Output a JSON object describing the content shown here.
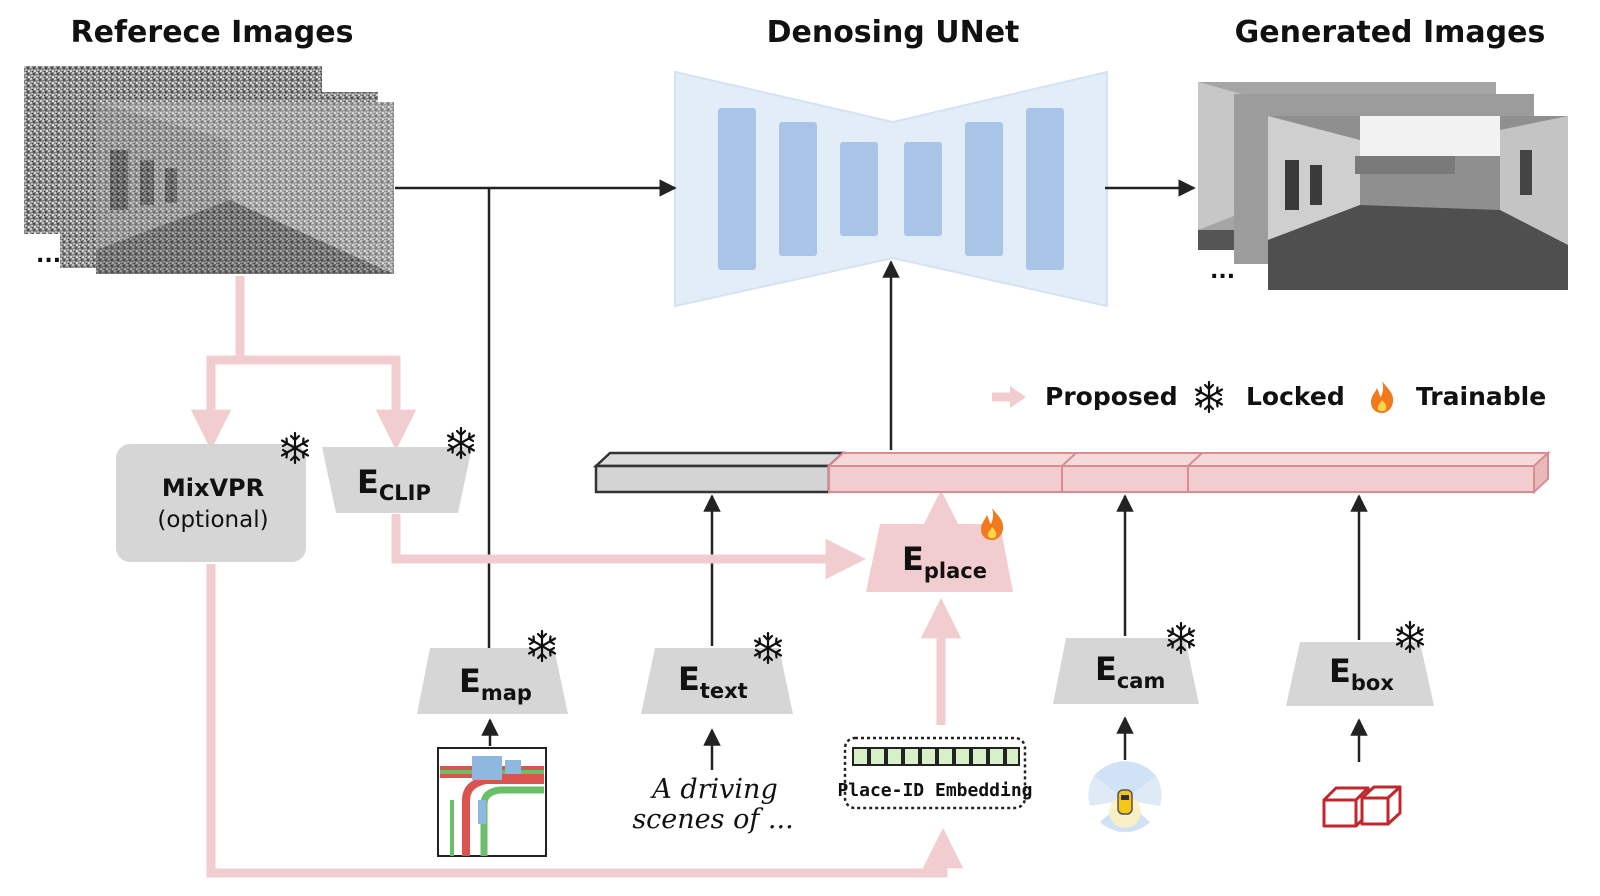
{
  "headings": {
    "reference": "Referece Images",
    "unet": "Denosing UNet",
    "generated": "Generated Images"
  },
  "encoders": {
    "mixvpr_name": "MixVPR",
    "mixvpr_note": "(optional)",
    "clip_main": "E",
    "clip_sub": "CLIP",
    "map_main": "E",
    "map_sub": "map",
    "text_main": "E",
    "text_sub": "text",
    "place_main": "E",
    "place_sub": "place",
    "cam_main": "E",
    "cam_sub": "cam",
    "box_main": "E",
    "box_sub": "box"
  },
  "inputs": {
    "text_prompt_line1": "A driving",
    "text_prompt_line2": "scenes of ...",
    "place_id_label": "Place-ID Embedding",
    "ellipsis": "..."
  },
  "legend": {
    "proposed": "Proposed",
    "locked": "Locked",
    "trainable": "Trainable"
  },
  "colors": {
    "pink": "#f2cdd0",
    "pink_edge": "#d98c92",
    "gray_box": "#d6d6d6",
    "unet_bg": "#e3edf8",
    "unet_block": "#a8c4e6",
    "fire": "#f07a1c"
  },
  "icons": {
    "locked": "snowflake-icon",
    "trainable": "flame-icon",
    "proposed": "pink-arrow-icon"
  }
}
